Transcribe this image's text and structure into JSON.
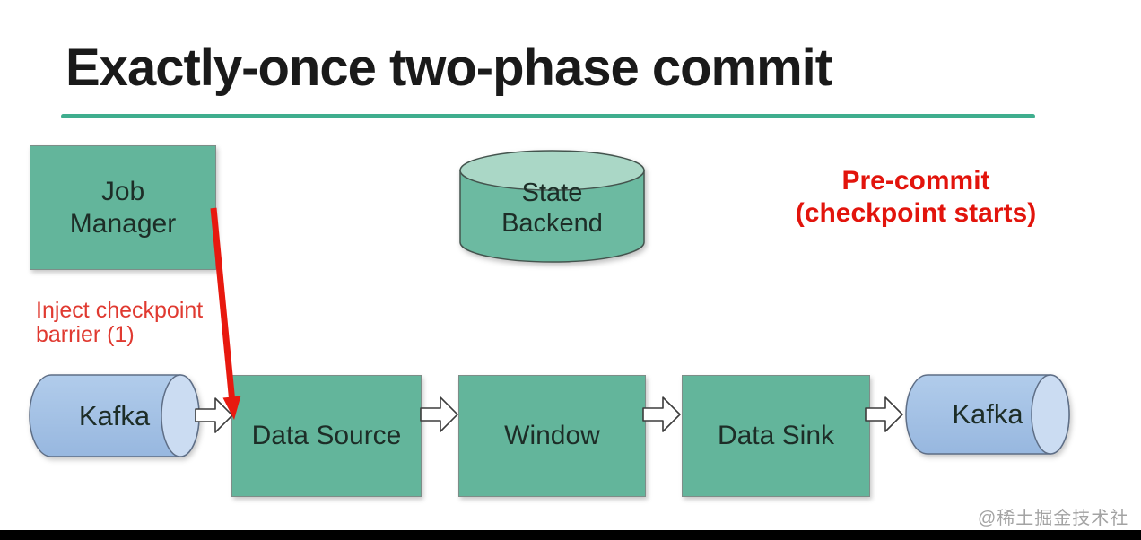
{
  "slide": {
    "title": "Exactly-once two-phase commit",
    "watermark": "@稀土掘金技术社区"
  },
  "phase_label": {
    "line1": "Pre-commit",
    "line2": "(checkpoint starts)"
  },
  "barrier_annotation": {
    "line1": "Inject checkpoint",
    "line2": "barrier (1)"
  },
  "nodes": {
    "job_manager": "Job\nManager",
    "state_backend": "State\nBackend",
    "kafka_source": "Kafka",
    "data_source": "Data Source",
    "window": "Window",
    "data_sink": "Data Sink",
    "kafka_sink": "Kafka"
  },
  "icons": {
    "flow_arrow": "white-block-arrow-right",
    "barrier_arrow": "red-arrow-down"
  },
  "colors": {
    "node_green": "#63b59b",
    "cylinder_green_body": "#6cbaa1",
    "cylinder_green_top": "#aad7c6",
    "kafka_blue": "#a2c0e5",
    "kafka_blue_cap": "#cbdcf2",
    "accent_teal": "#3fae8e",
    "alert_red": "#e2140c",
    "title_black": "#1a1a1a",
    "watermark_gray": "#a3a3a3"
  }
}
